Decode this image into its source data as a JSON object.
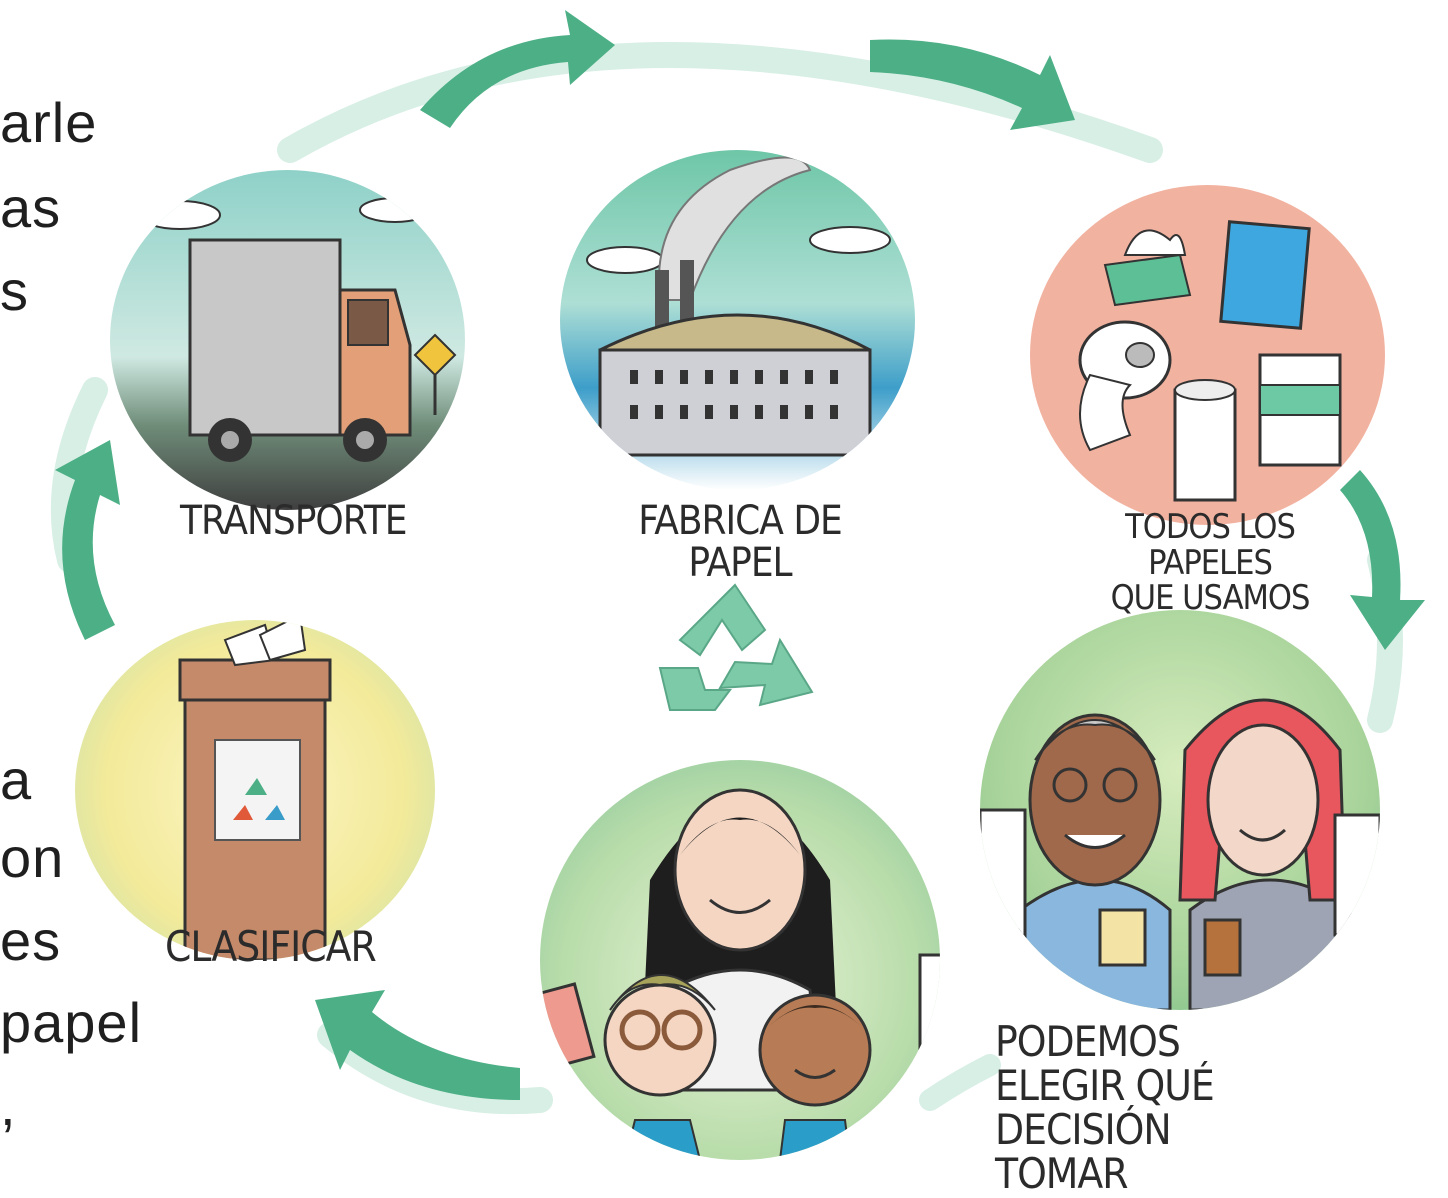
{
  "side_text": {
    "top": [
      "arle",
      "as",
      "s"
    ],
    "bottom": [
      "a",
      "on",
      "es",
      "papel",
      ","
    ]
  },
  "stages": {
    "transport": {
      "label": "TRANSPORTE"
    },
    "factory": {
      "label": "FABRICA DE PAPEL"
    },
    "papers": {
      "label_line1": "TODOS LOS PAPELES",
      "label_line2": "QUE USAMOS"
    },
    "decision": {
      "label_line1": "PODEMOS ELEGIR QUÉ",
      "label_line2": "DECISIÓN TOMAR"
    },
    "classify": {
      "label": "CLASIFICAR"
    },
    "family": {
      "label": ""
    }
  },
  "colors": {
    "arrow_dark": "#4caf86",
    "arrow_light": "#d5ede3",
    "recycle": "#7ccaa8"
  }
}
